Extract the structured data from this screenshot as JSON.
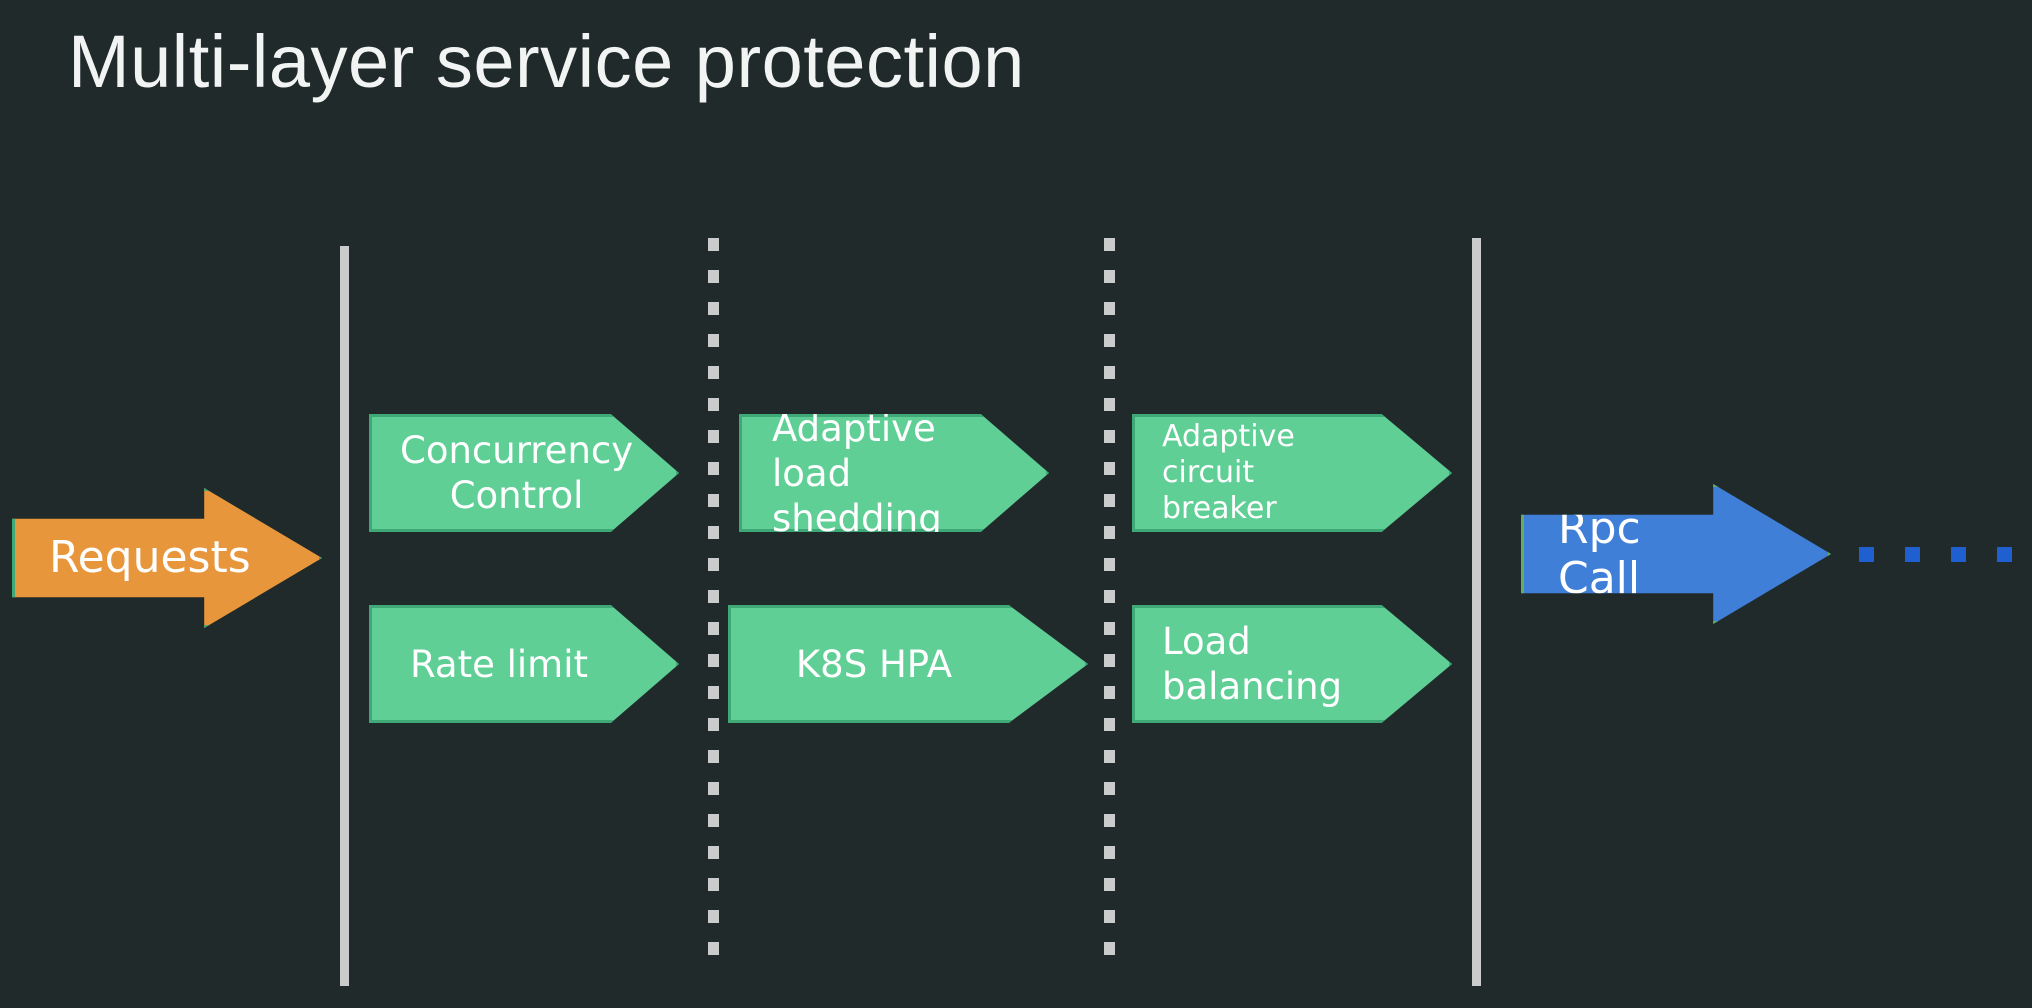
{
  "page": {
    "title": "Multi-layer service protection",
    "background_color": "#212a2b",
    "title_color": "#f2f4f4"
  },
  "colors": {
    "green_fill": "#5fcf96",
    "green_stroke": "#3fa877",
    "orange_fill": "#e8963c",
    "blue_fill": "#3f7fd8",
    "blue_stroke": "#63ad63",
    "divider": "#c9cccb",
    "dot": "#1f5fd0"
  },
  "flow": {
    "entry": {
      "label": "Requests",
      "type": "block-arrow",
      "color": "orange"
    },
    "exit": {
      "label": "Rpc Call",
      "type": "block-arrow",
      "color": "blue"
    },
    "stages": [
      {
        "name": "stage-1",
        "items": [
          {
            "label": "Concurrency\nControl",
            "align": "center"
          },
          {
            "label": "Rate limit",
            "align": "center"
          }
        ]
      },
      {
        "name": "stage-2",
        "items": [
          {
            "label": "Adaptive load\nshedding",
            "align": "left"
          },
          {
            "label": "K8S HPA",
            "align": "center"
          }
        ]
      },
      {
        "name": "stage-3",
        "items": [
          {
            "label": "Adaptive circuit\nbreaker",
            "align": "left"
          },
          {
            "label": "Load balancing",
            "align": "left"
          }
        ]
      }
    ],
    "dividers": [
      {
        "name": "boundary-left",
        "style": "solid"
      },
      {
        "name": "separator-1",
        "style": "dotted"
      },
      {
        "name": "separator-2",
        "style": "dotted"
      },
      {
        "name": "boundary-right",
        "style": "solid"
      }
    ],
    "trailing_dots": {
      "count": 4,
      "glyph": "square"
    }
  }
}
